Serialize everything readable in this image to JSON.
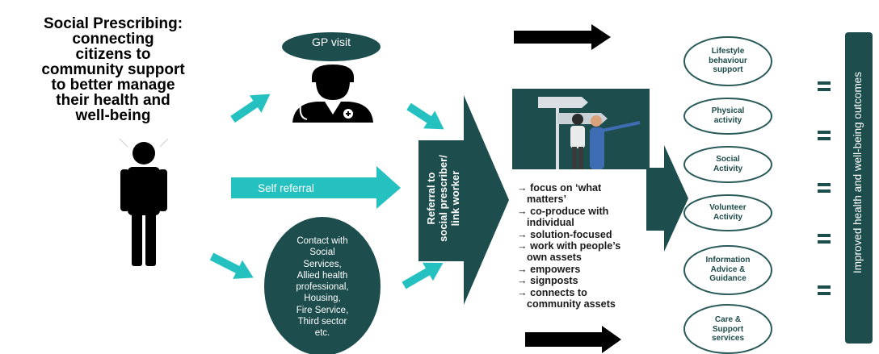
{
  "title": {
    "lines": [
      "Social Prescribing:",
      "connecting",
      "citizens to",
      "community support",
      "to better manage",
      "their health and",
      "well-being"
    ]
  },
  "gp_visit": {
    "label": "GP visit"
  },
  "self_referral": {
    "label": "Self referral"
  },
  "contact": {
    "lines": [
      "Contact with",
      "Social",
      "Services,",
      "Allied health",
      "professional,",
      "Housing,",
      "Fire Service,",
      "Third sector",
      "etc."
    ]
  },
  "referral": {
    "lines": [
      "Referral to",
      "social prescriber/",
      "link worker"
    ]
  },
  "worker_points": [
    "→ focus on ‘what",
    "matters’",
    "→ co-produce with",
    "individual",
    "→ solution-focused",
    "→ work with people’s",
    "own assets",
    "→ empowers",
    "→ signposts",
    "→ connects to",
    "community assets"
  ],
  "outcomes": [
    {
      "lines": [
        "Lifestyle",
        "behaviour",
        "support"
      ]
    },
    {
      "lines": [
        "Physical",
        "activity"
      ]
    },
    {
      "lines": [
        "Social",
        "Activity"
      ]
    },
    {
      "lines": [
        "Volunteer",
        "Activity"
      ]
    },
    {
      "lines": [
        "Information",
        "Advice &",
        "Guidance"
      ]
    },
    {
      "lines": [
        "Care &",
        "Support",
        "services"
      ]
    }
  ],
  "result": {
    "label": "Improved health and well-being outcomes"
  },
  "colors": {
    "teal_dark": "#1d4d4d",
    "teal_bright": "#25c1c1",
    "black": "#000000",
    "outline": "#2a5a5a"
  }
}
